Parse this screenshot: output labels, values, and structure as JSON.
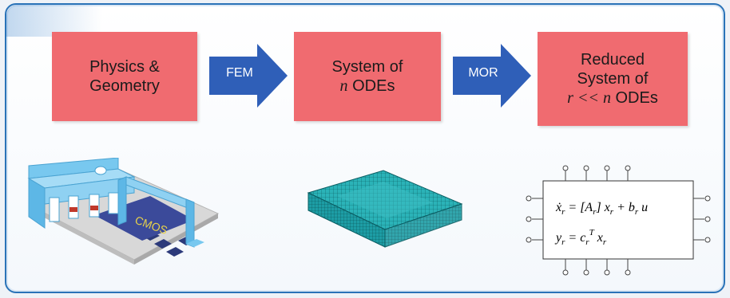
{
  "boxes": [
    {
      "line1": "Physics &",
      "line2": "Geometry"
    },
    {
      "line1": "System of",
      "line2_var": "n",
      "line2_rest": " ODEs"
    },
    {
      "line1": "Reduced",
      "line2": "System of",
      "line3_var1": "r",
      "line3_op": " << ",
      "line3_var2": "n",
      "line3_rest": " ODEs"
    }
  ],
  "arrows": [
    {
      "label": "FEM"
    },
    {
      "label": "MOR"
    }
  ],
  "illustrations": {
    "chip_label": "CMOS",
    "equation": {
      "line1_a": "ẋ",
      "line1_sub": "r",
      "line1_rest": " = [A",
      "line1_tail": "] x",
      "line1_end": " + b",
      "line1_u": " u",
      "line2_a": "y",
      "line2_eq": " = c",
      "line2_sup": "T",
      "line2_x": " x"
    }
  },
  "colors": {
    "box_fill": "#f06b70",
    "arrow_fill": "#2f5fb8",
    "frame_border": "#2a73b8",
    "chip_blue": "#78c8ef",
    "mesh_teal": "#1d9da5"
  }
}
